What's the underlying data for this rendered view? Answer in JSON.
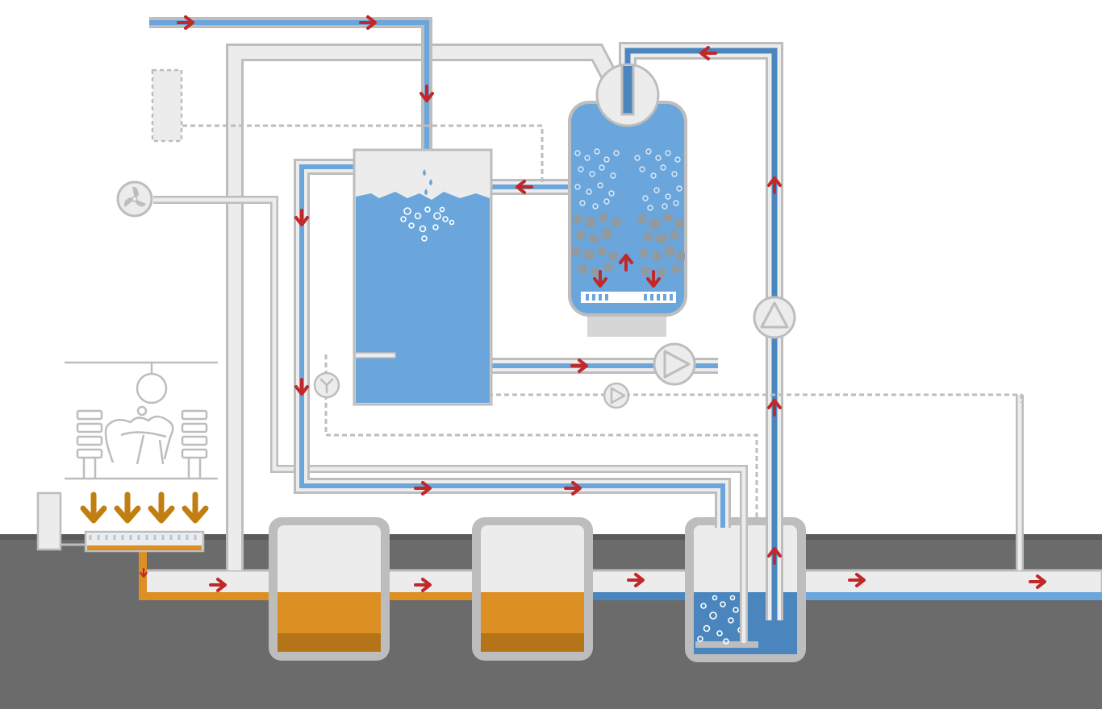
{
  "diagram": {
    "kind": "wastewater-treatment-process-schematic",
    "labels": [],
    "colors": {
      "background": "#ffffff",
      "ground": "#6b6b6b",
      "ground_edge": "#555555",
      "pipe_outline": "#bdbdbd",
      "pipe_fill": "#ececec",
      "clean_water": "#6aa6dc",
      "dark_water": "#4a86bd",
      "raw_sewage": "#dc8f22",
      "raw_sewage_dark": "#b67419",
      "sediment_arrow": "#c17f11",
      "flow_arrow": "#c0282a",
      "dashed_line": "#bdbdbd",
      "media_gravel": "#8f9aa3"
    },
    "components": [
      "stable-with-slatted-floor",
      "slurry-pit",
      "settling-tank-1",
      "settling-tank-2",
      "aeration-tank",
      "storage-tank",
      "biofilter-column",
      "dosing-pump",
      "circulation-pump",
      "small-pump",
      "ventilation-fan",
      "control-cabinet",
      "filter-valve"
    ]
  }
}
